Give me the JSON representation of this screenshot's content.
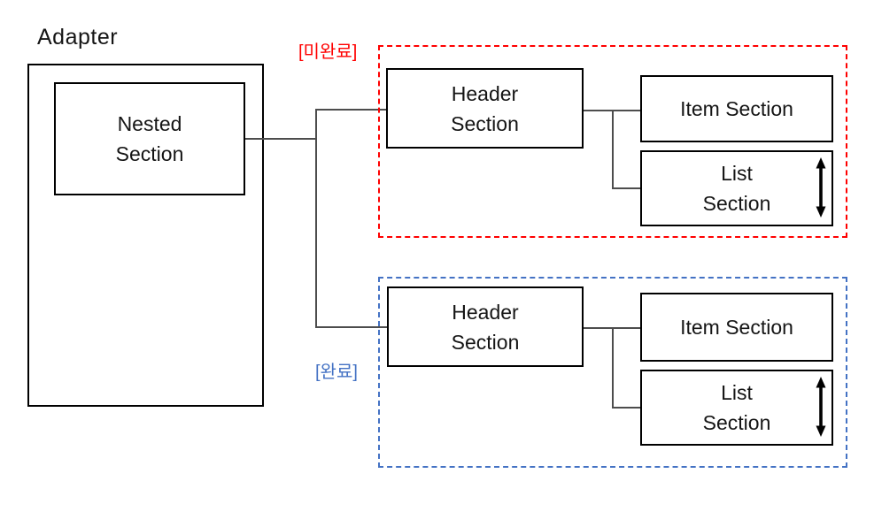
{
  "title": "Adapter",
  "nested_section": {
    "label": "Nested Section",
    "lines": [
      "Nested",
      "Section"
    ]
  },
  "groups": [
    {
      "status_tag": "[미완료]",
      "status_meaning": "incomplete",
      "accent_color": "#FF0000",
      "header": {
        "label": "Header Section",
        "lines": [
          "Header",
          "Section"
        ]
      },
      "item": {
        "label": "Item Section"
      },
      "list": {
        "label": "List Section",
        "lines": [
          "List",
          "Section"
        ],
        "icon": "vertical-double-arrow-icon"
      }
    },
    {
      "status_tag": "[완료]",
      "status_meaning": "complete",
      "accent_color": "#4472C4",
      "header": {
        "label": "Header Section",
        "lines": [
          "Header",
          "Section"
        ]
      },
      "item": {
        "label": "Item Section"
      },
      "list": {
        "label": "List Section",
        "lines": [
          "List",
          "Section"
        ],
        "icon": "vertical-double-arrow-icon"
      }
    }
  ],
  "colors": {
    "box_border": "#000000",
    "connector": "#4d4d4d",
    "incomplete_accent": "#FF0000",
    "complete_accent": "#4472C4",
    "background": "#ffffff",
    "text": "#151515"
  }
}
